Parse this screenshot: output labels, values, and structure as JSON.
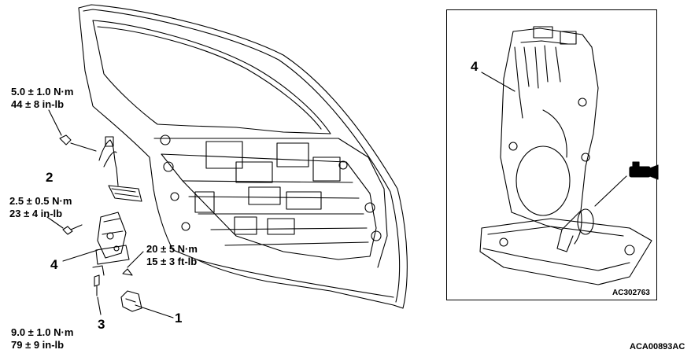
{
  "torque_specs": {
    "upper_bolt": {
      "metric": "5.0 ± 1.0 N·m",
      "imperial": "44 ± 8 in-lb"
    },
    "mid_bolt": {
      "metric": "2.5 ± 0.5 N·m",
      "imperial": "23 ± 4 in-lb"
    },
    "right_bolt": {
      "metric": "20 ± 5 N·m",
      "imperial": "15 ± 3 ft-lb"
    },
    "lower_bolt": {
      "metric": "9.0 ± 1.0 N·m",
      "imperial": "79 ± 9 in-lb"
    }
  },
  "callouts": {
    "part1": "1",
    "part2": "2",
    "part3": "3",
    "part4_main": "4",
    "part4_inset": "4"
  },
  "inset_code": "AC302763",
  "figure_code": "ACA00893AC",
  "colors": {
    "line": "#000000",
    "background": "#ffffff"
  },
  "icons": {
    "connector": "connector-icon"
  }
}
